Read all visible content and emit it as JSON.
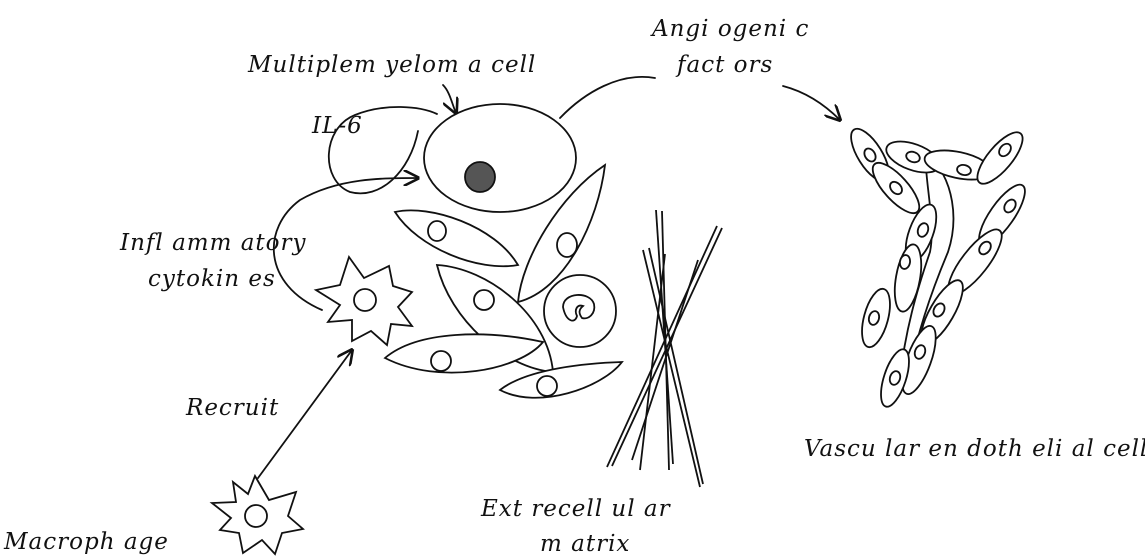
{
  "labels": {
    "myeloma_cell": "Multiplem yelom a cell",
    "angiogenic_line1": "Angi ogeni c",
    "angiogenic_line2": "fact ors",
    "il6": "IL-6",
    "inflammatory_line1": "Infl amm atory",
    "inflammatory_line2": "cytokin es",
    "recruit": "Recruit",
    "macrophage": "Macroph age",
    "ecm_line1": "Ext recell ul ar",
    "ecm_line2": "m atrix",
    "vascular": "Vascu lar en doth eli al cell"
  }
}
